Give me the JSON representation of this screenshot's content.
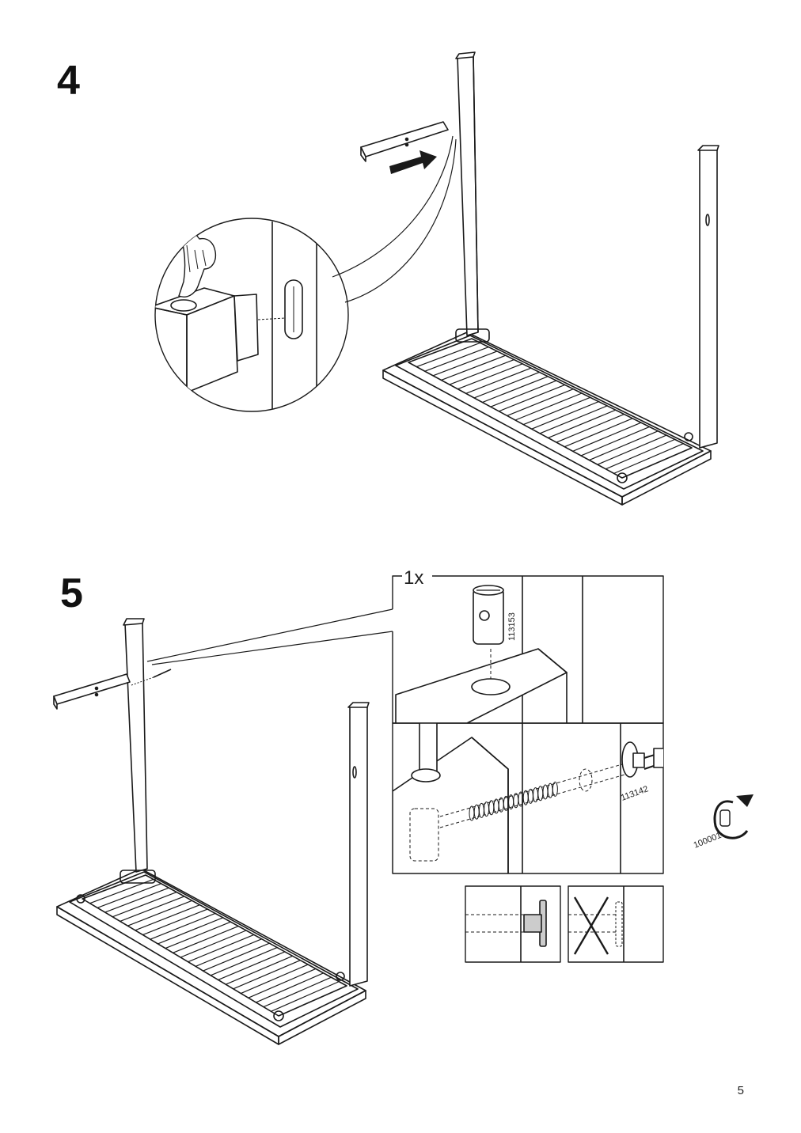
{
  "steps": [
    {
      "number": "4"
    },
    {
      "number": "5"
    }
  ],
  "step5": {
    "quantity": "1x",
    "part_cam_lock": "113153",
    "part_bolt": "113142",
    "part_key": "100001"
  },
  "page_number": "5",
  "colors": {
    "ink": "#1a1a1a",
    "paper": "#ffffff",
    "shade": "#cccccc"
  }
}
